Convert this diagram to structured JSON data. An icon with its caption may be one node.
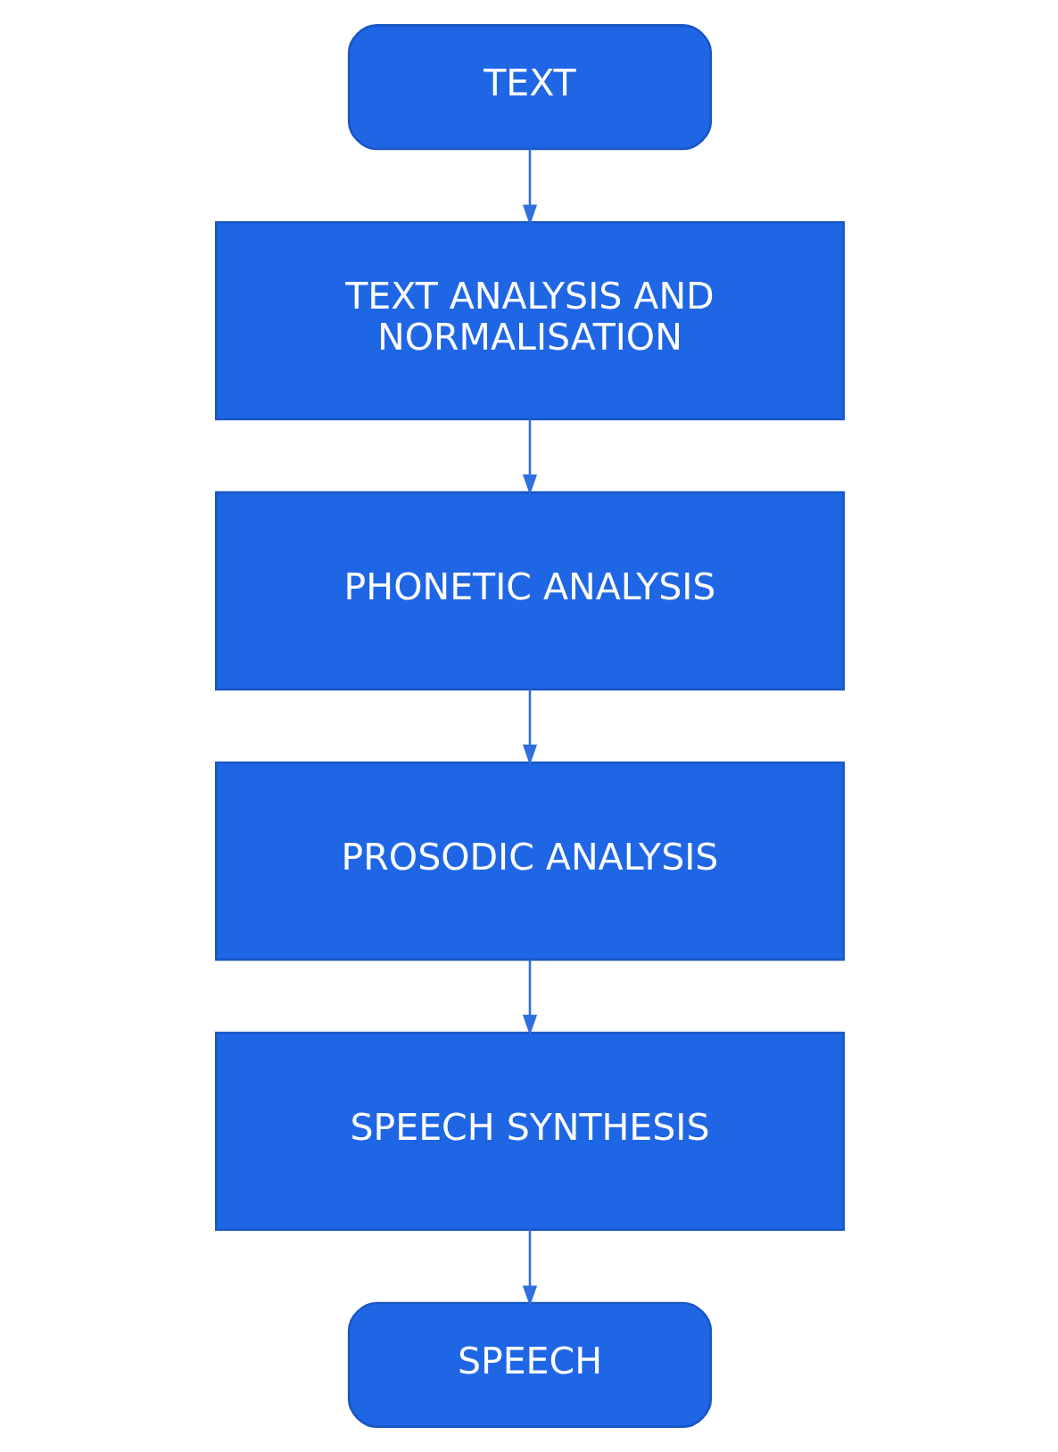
{
  "diagram": {
    "nodes": [
      {
        "text": [
          "TEXT"
        ]
      },
      {
        "text": [
          "TEXT ANALYSIS AND NORMALISATION"
        ]
      },
      {
        "text": [
          "PHONETIC ANALYSIS"
        ]
      },
      {
        "text": [
          "PROSODIC ANALYSIS"
        ]
      },
      {
        "text": [
          "SPEECH SYNTHESIS"
        ]
      },
      {
        "text": [
          "SPEECH"
        ]
      }
    ],
    "edges": [
      {
        "from": 0,
        "to": 1,
        "arrow": "to"
      },
      {
        "from": 1,
        "to": 2,
        "arrow": "to"
      },
      {
        "from": 2,
        "to": 3,
        "arrow": "to"
      },
      {
        "from": 3,
        "to": 4,
        "arrow": "to"
      },
      {
        "from": 4,
        "to": 5,
        "arrow": "to"
      }
    ]
  }
}
